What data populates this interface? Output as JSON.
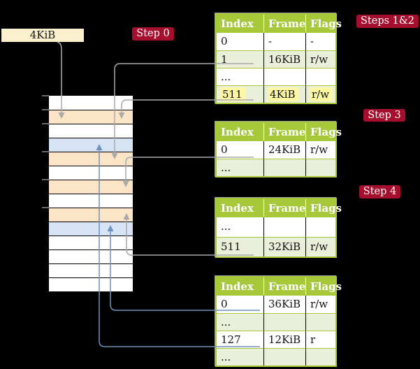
{
  "labels": {
    "page_size": "4KiB"
  },
  "badges": {
    "step0": "Step 0",
    "steps12": "Steps 1&2",
    "step3": "Step 3",
    "step4": "Step 4"
  },
  "tables": [
    {
      "name": "root-page-table-at-4KiB",
      "step_badge": "Steps 1&2",
      "headers": [
        "Index",
        "Frame",
        "Flags"
      ],
      "rows": [
        [
          "0",
          "-",
          "-"
        ],
        [
          "1",
          "16KiB",
          "r/w"
        ],
        [
          "...",
          "",
          ""
        ],
        [
          "511",
          "4KiB",
          "r/w"
        ]
      ],
      "highlighted_row_index": 3
    },
    {
      "name": "page-table-at-16KiB",
      "step_badge": "Step 3",
      "headers": [
        "Index",
        "Frame",
        "Flags"
      ],
      "rows": [
        [
          "0",
          "24KiB",
          "r/w"
        ],
        [
          "...",
          "",
          ""
        ]
      ]
    },
    {
      "name": "page-table-at-24KiB",
      "step_badge": "Step 4",
      "headers": [
        "Index",
        "Frame",
        "Flags"
      ],
      "rows": [
        [
          "...",
          "",
          ""
        ],
        [
          "511",
          "32KiB",
          "r/w"
        ]
      ]
    },
    {
      "name": "page-table-at-32KiB",
      "step_badge": "",
      "headers": [
        "Index",
        "Frame",
        "Flags"
      ],
      "rows": [
        [
          "0",
          "36KiB",
          "r/w"
        ],
        [
          "...",
          "",
          ""
        ],
        [
          "127",
          "12KiB",
          "r"
        ],
        [
          "...",
          "",
          ""
        ]
      ]
    }
  ],
  "memory_column": {
    "rows": [
      {
        "kind": "free"
      },
      {
        "kind": "page-table",
        "offset": "4KiB"
      },
      {
        "kind": "free"
      },
      {
        "kind": "data-page",
        "offset": "12KiB"
      },
      {
        "kind": "page-table",
        "offset": "16KiB"
      },
      {
        "kind": "free"
      },
      {
        "kind": "page-table",
        "offset": "24KiB"
      },
      {
        "kind": "free"
      },
      {
        "kind": "page-table",
        "offset": "32KiB"
      },
      {
        "kind": "data-page",
        "offset": "36KiB"
      },
      {
        "kind": "free"
      },
      {
        "kind": "free"
      },
      {
        "kind": "free"
      },
      {
        "kind": "free"
      }
    ]
  },
  "arrows": [
    {
      "color": "gray",
      "from": "4KiB label",
      "to": "memory frame 4KiB"
    },
    {
      "color": "gray",
      "from": "root table index 1 (16KiB)",
      "to": "memory frame 16KiB"
    },
    {
      "color": "gray",
      "from": "root table index 511 (4KiB)",
      "to": "memory frame 4KiB"
    },
    {
      "color": "gray",
      "from": "table index 0 (24KiB)",
      "to": "memory frame 24KiB"
    },
    {
      "color": "gray",
      "from": "table index 511 (32KiB)",
      "to": "memory frame 32KiB"
    },
    {
      "color": "blue",
      "from": "table index 0 (36KiB)",
      "to": "memory frame 36KiB"
    },
    {
      "color": "blue",
      "from": "table index 127 (12KiB)",
      "to": "memory frame 12KiB"
    }
  ],
  "colors": {
    "background": "#000000",
    "badge": "#a60e2e",
    "table_header": "#a6c839",
    "table_row_alt": "#e9efd8",
    "memory_page_table_row": "#fce4c7",
    "memory_data_row": "#d6e4f6",
    "page_size_label_bg": "#faf0cd",
    "highlight": "#fdf6a2",
    "arrow_gray": "#a9a9a9",
    "arrow_blue": "#7092be"
  }
}
